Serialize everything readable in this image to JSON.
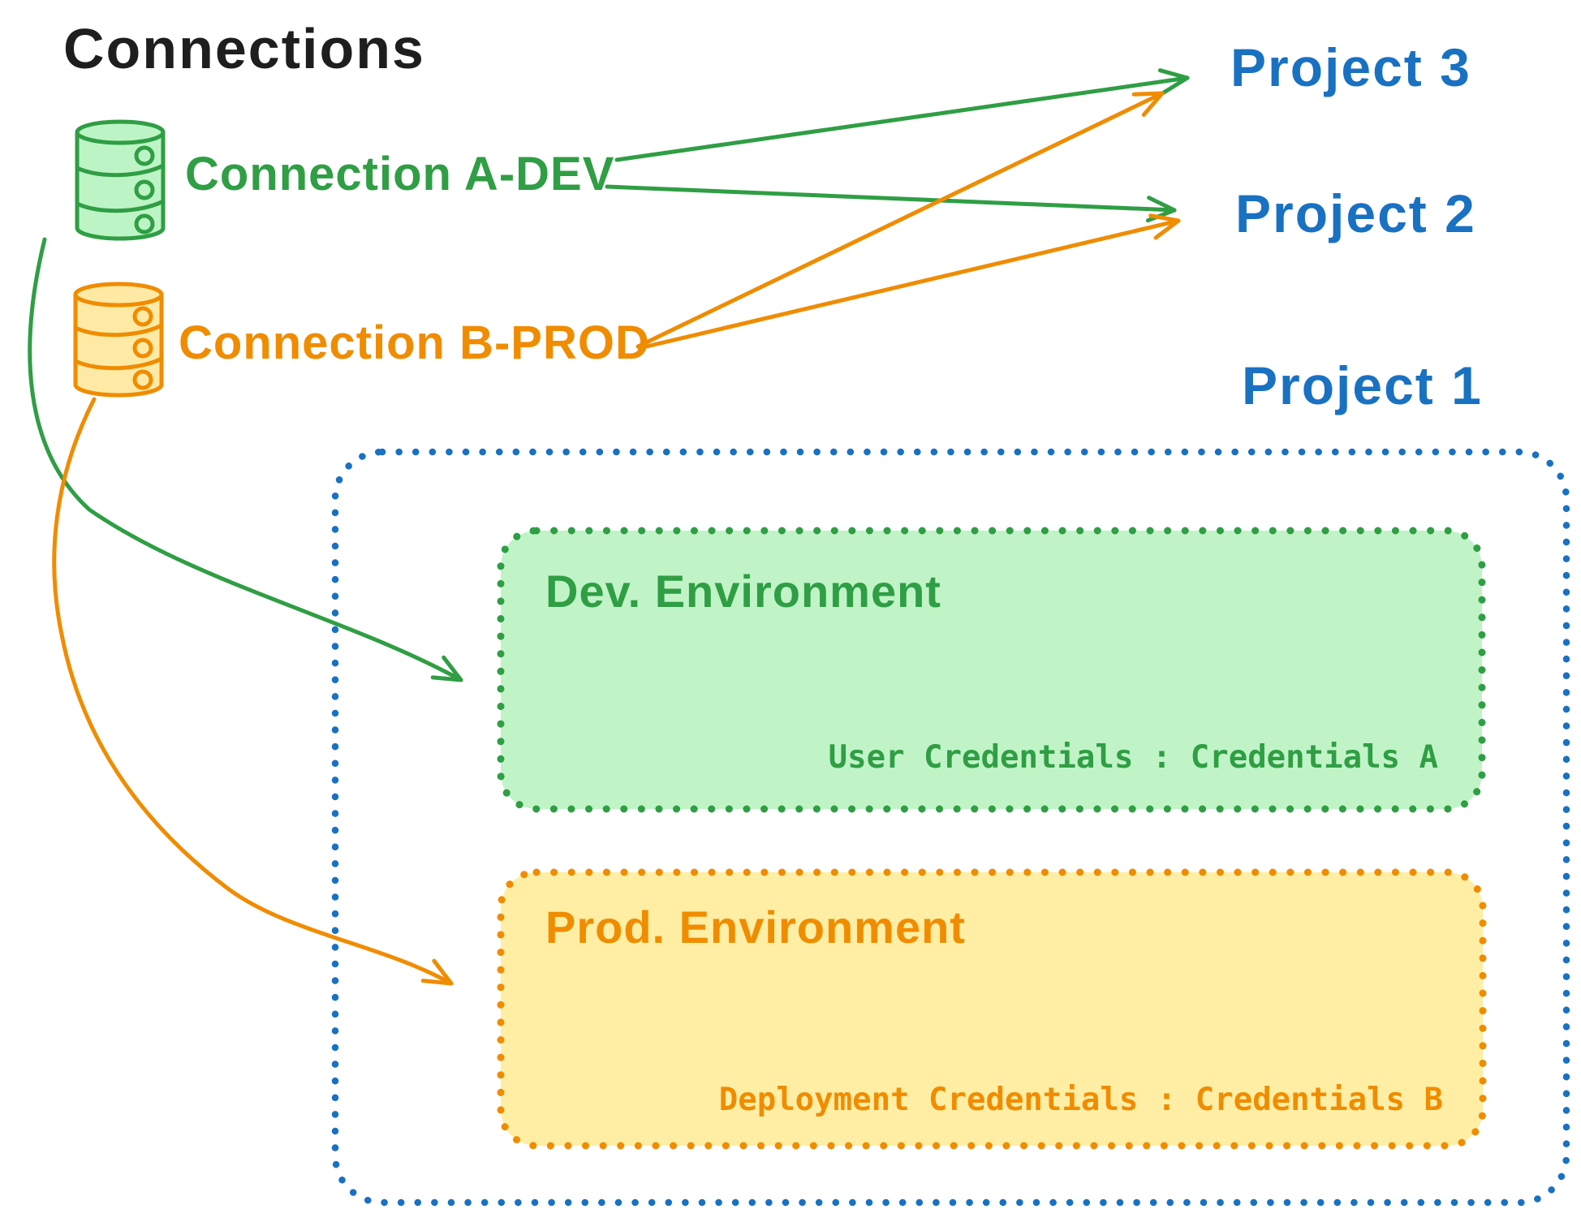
{
  "diagram": {
    "title": "Connections",
    "connections": [
      {
        "label": "Connection A-DEV",
        "icon": "database-icon",
        "color": "#2f9e44",
        "fill": "#b2f2bb",
        "targets": [
          "Project 3",
          "Project 2",
          "Dev. Environment"
        ]
      },
      {
        "label": "Connection B-PROD",
        "icon": "database-icon",
        "color": "#f08c00",
        "fill": "#ffe9a0",
        "targets": [
          "Project 3",
          "Project 2",
          "Prod. Environment"
        ]
      }
    ],
    "projects": [
      {
        "label": "Project 3"
      },
      {
        "label": "Project 2"
      },
      {
        "label": "Project 1"
      }
    ],
    "project1_detail": {
      "environments": [
        {
          "title": "Dev. Environment",
          "credentials_label": "User Credentials : Credentials A",
          "color": "#2f9e44",
          "fill": "#b2f2bb"
        },
        {
          "title": "Prod. Environment",
          "credentials_label": "Deployment Credentials : Credentials B",
          "color": "#f08c00",
          "fill": "#ffec99"
        }
      ]
    },
    "colors": {
      "title_text": "#1e1e1e",
      "project_text": "#1971c2",
      "green_stroke": "#2f9e44",
      "green_fill": "#b2f2bb",
      "orange_stroke": "#f08c00",
      "orange_fill": "#ffec99",
      "background": "#ffffff"
    }
  }
}
